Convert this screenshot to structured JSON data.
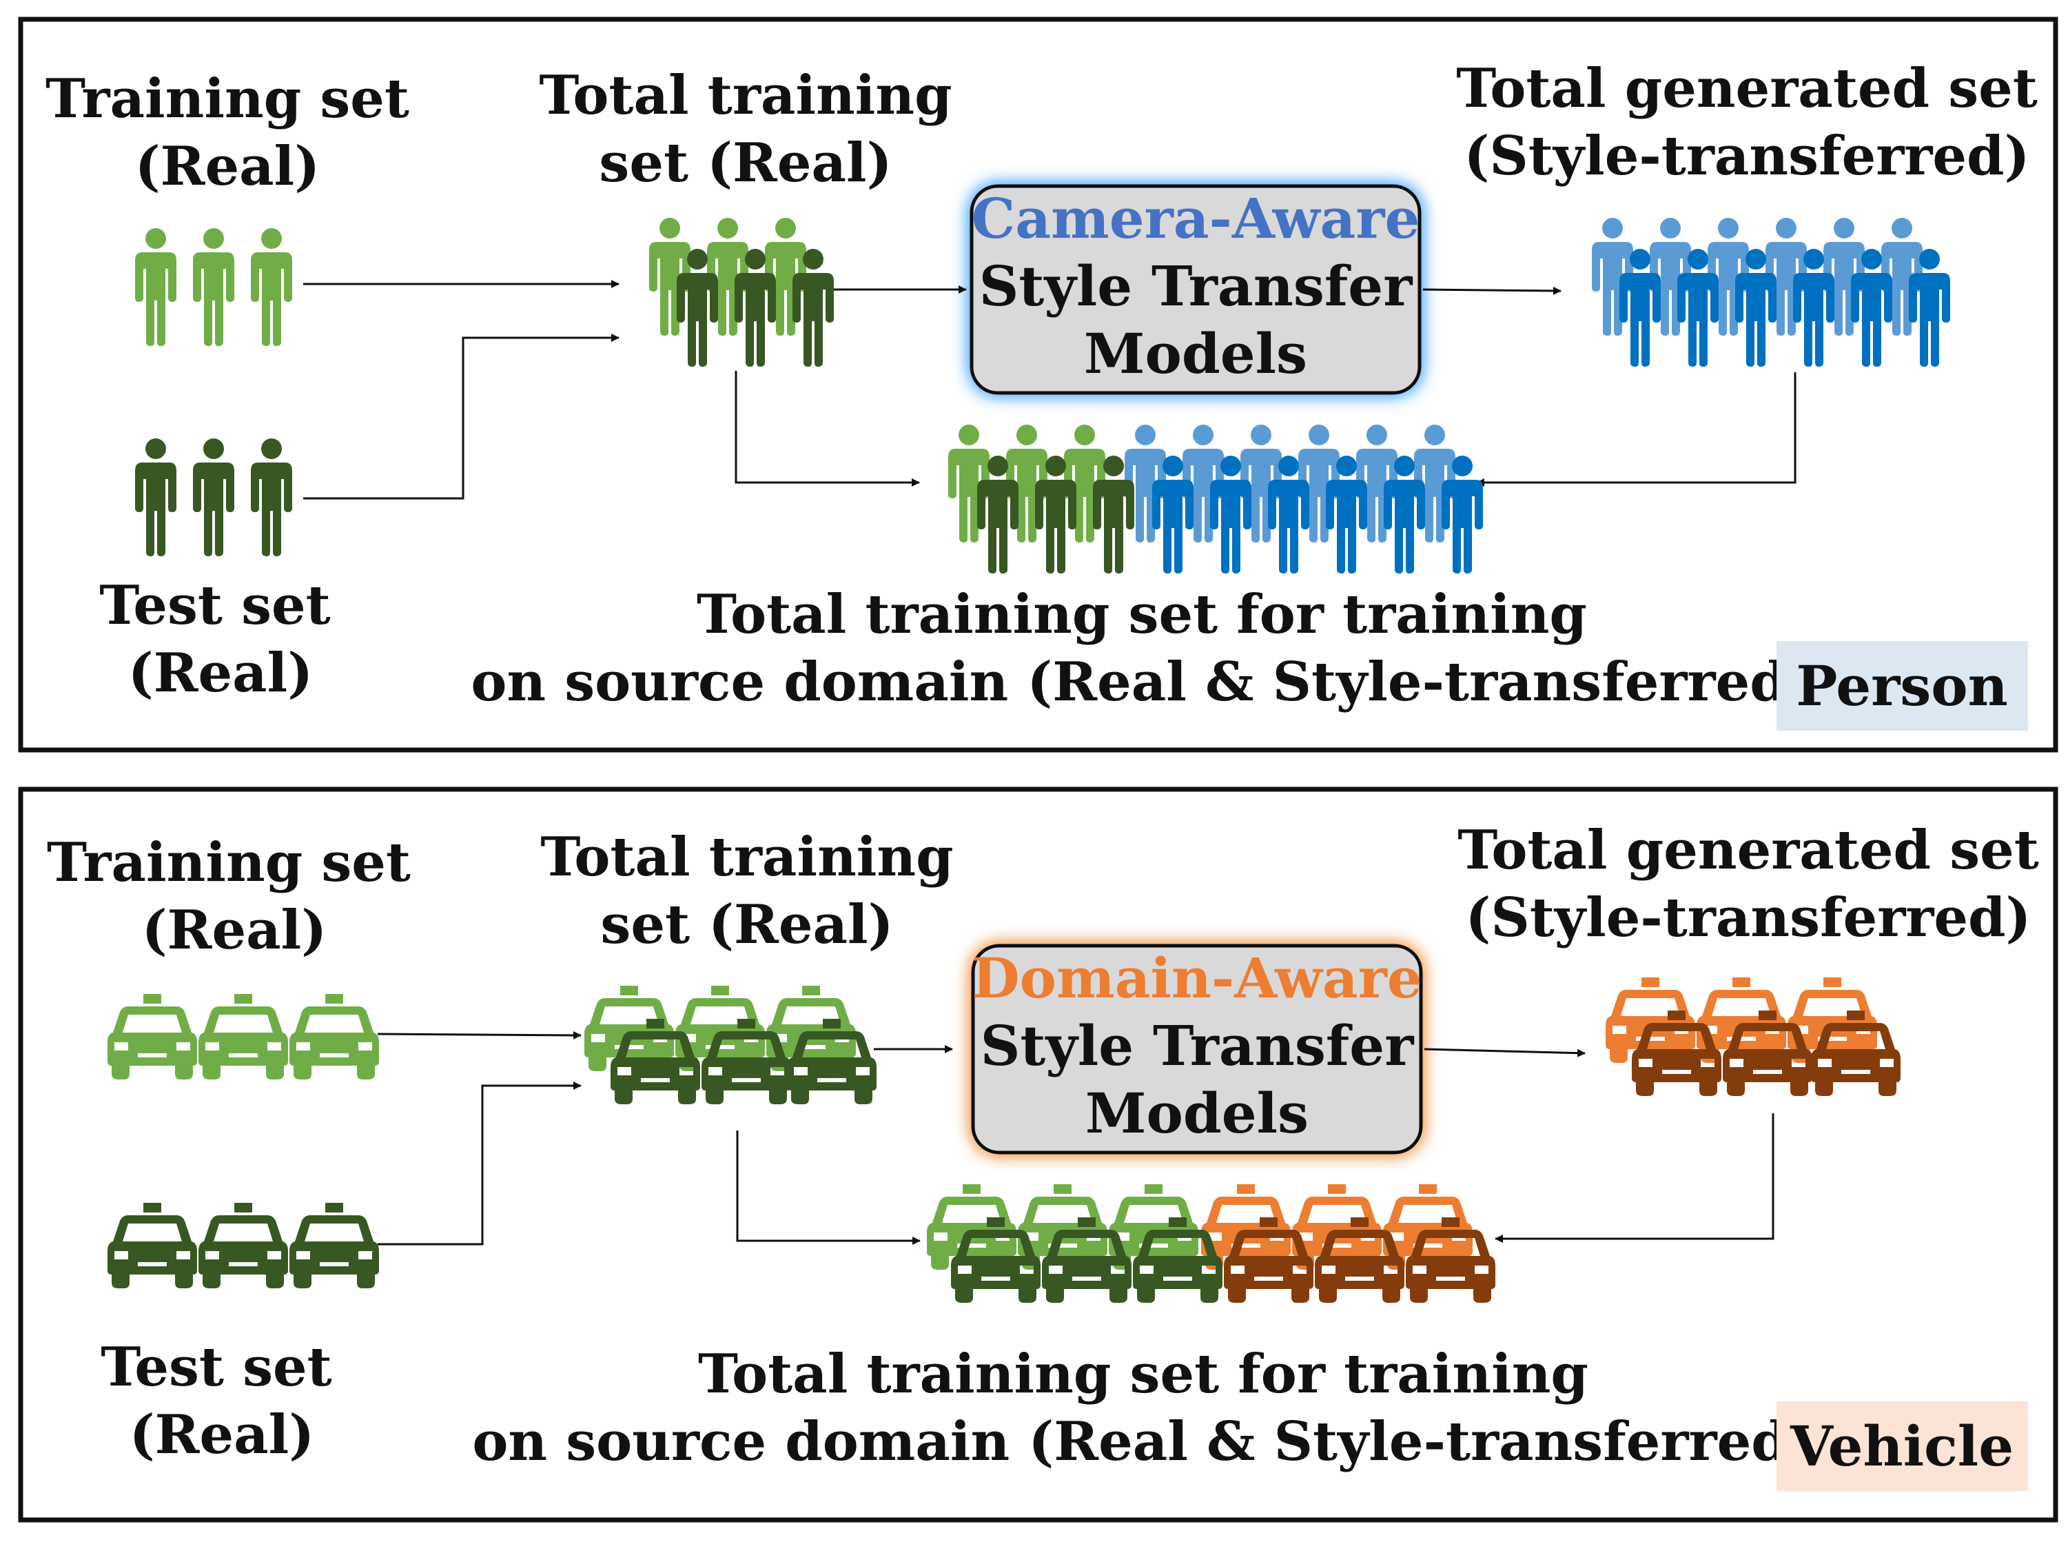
{
  "panels": [
    {
      "id": "person",
      "kind": "person",
      "training_set": [
        "Training set",
        "(Real)"
      ],
      "test_set": [
        "Test set",
        "(Real)"
      ],
      "total_training_set": [
        "Total training",
        "set (Real)"
      ],
      "model": {
        "highlight": "Camera-Aware",
        "line2": "Style Transfer",
        "line3": "Models"
      },
      "total_generated_set": [
        "Total generated set",
        "(Style-transferred)"
      ],
      "combined": [
        "Total training set for training",
        "on source domain (Real & Style-transferred)"
      ],
      "tag": "Person"
    },
    {
      "id": "vehicle",
      "kind": "vehicle",
      "training_set": [
        "Training set",
        "(Real)"
      ],
      "test_set": [
        "Test set",
        "(Real)"
      ],
      "total_training_set": [
        "Total training",
        "set (Real)"
      ],
      "model": {
        "highlight": "Domain-Aware",
        "line2": "Style Transfer",
        "line3": "Models"
      },
      "total_generated_set": [
        "Total generated set",
        "(Style-transferred)"
      ],
      "combined": [
        "Total training set for training",
        "on source domain (Real & Style-transferred)"
      ],
      "tag": "Vehicle"
    }
  ],
  "colors": {
    "real_light": "#70ad47",
    "real_dark": "#385723",
    "person_gen_light": "#5b9bd5",
    "person_gen_dark": "#0070c0",
    "vehicle_gen_light": "#ed7d31",
    "vehicle_gen_dark": "#843c0c",
    "camera_aware_text": "#4472c4",
    "domain_aware_text": "#ed7d31",
    "camera_glow": "#5fb3ff",
    "domain_glow": "#f4a35d",
    "person_tag_bg": "#dce7f2",
    "vehicle_tag_bg": "#fbe3d6",
    "model_box_fill": "#d9d9d9"
  },
  "icons": [
    "person-icon",
    "car-icon",
    "arrow-icon"
  ]
}
